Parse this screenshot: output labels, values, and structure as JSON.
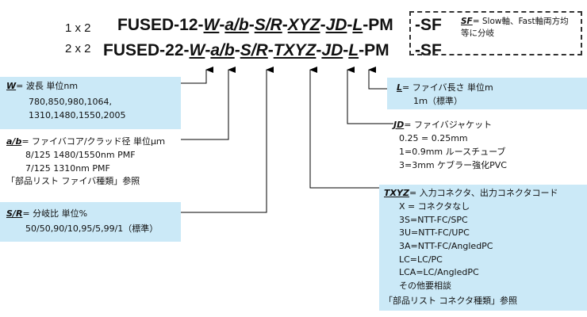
{
  "header": {
    "row1_config": "1 x 2",
    "row2_config": "2 x 2",
    "row1": [
      "FUSED-12-",
      "W",
      "-",
      "a/b",
      "-",
      "S/R",
      "-",
      "XYZ",
      "-",
      "JD",
      "-",
      "L",
      "-PM"
    ],
    "row2": [
      "FUSED-22-",
      "W",
      "-",
      "a/b",
      "-",
      "S/R",
      "-",
      "TXYZ",
      "-",
      "JD",
      "-",
      "L",
      "-PM"
    ],
    "suffix1": "-SF",
    "suffix2": "-SF"
  },
  "sf_note": {
    "key": "SF",
    "text": "= Slow軸、Fast軸両方均",
    "text2": "等に分岐"
  },
  "w_box": {
    "key": "W",
    "title": "=  波長   単位nm",
    "lines": [
      "780,850,980,1064,",
      "1310,1480,1550,2005"
    ]
  },
  "ab_block": {
    "key": "a/b",
    "title": "= ファイバコア/クラッド径    単位μｍ",
    "lines": [
      "8/125  1480/1550nm  PMF",
      "7/125  1310nm  PMF",
      "「部品リスト  ファイバ種類」参照"
    ]
  },
  "sr_box": {
    "key": "S/R",
    "title": "=  分岐比  単位%",
    "lines": [
      "50/50,90/10,95/5,99/1（標準）"
    ]
  },
  "l_box": {
    "key": "L",
    "title": "= ファイバ長さ   単位m",
    "lines": [
      "1ｍ（標準）"
    ]
  },
  "jd_block": {
    "key": "JD",
    "title": "= ファイバジャケット",
    "lines": [
      "0.25 = 0.25mm",
      "1=0.9mm  ルースチューブ",
      "3=3mm  ケブラー強化PVC"
    ]
  },
  "txyz_box": {
    "key": "TXYZ",
    "title": "=  入力コネクタ、出力コネクタコード",
    "lines": [
      "X  = コネクタなし",
      "3S=NTT-FC/SPC",
      "3U=NTT-FC/UPC",
      "3A=NTT-FC/AngledPC",
      "LC=LC/PC",
      "LCA=LC/AngledPC",
      "その他要相談",
      "「部品リスト  コネクタ種類」参照"
    ]
  },
  "colors": {
    "box_fill": "#cbe9f7",
    "text": "#111111"
  }
}
